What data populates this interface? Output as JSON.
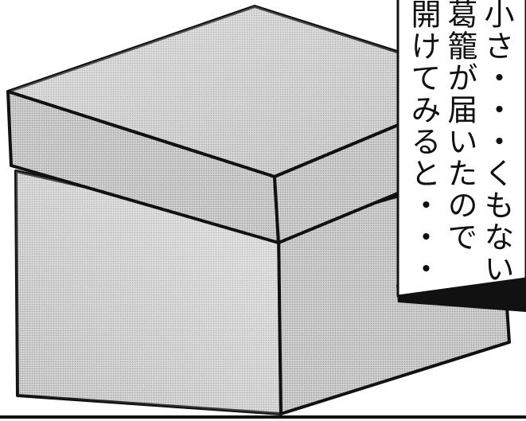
{
  "caption": {
    "lines": [
      "小さ・・・くもない",
      "葛籠が届いたので",
      "開けてみると・・・"
    ]
  },
  "colors": {
    "ink": "#111111",
    "paper": "#ffffff",
    "screentone": "#bdbdbd"
  }
}
